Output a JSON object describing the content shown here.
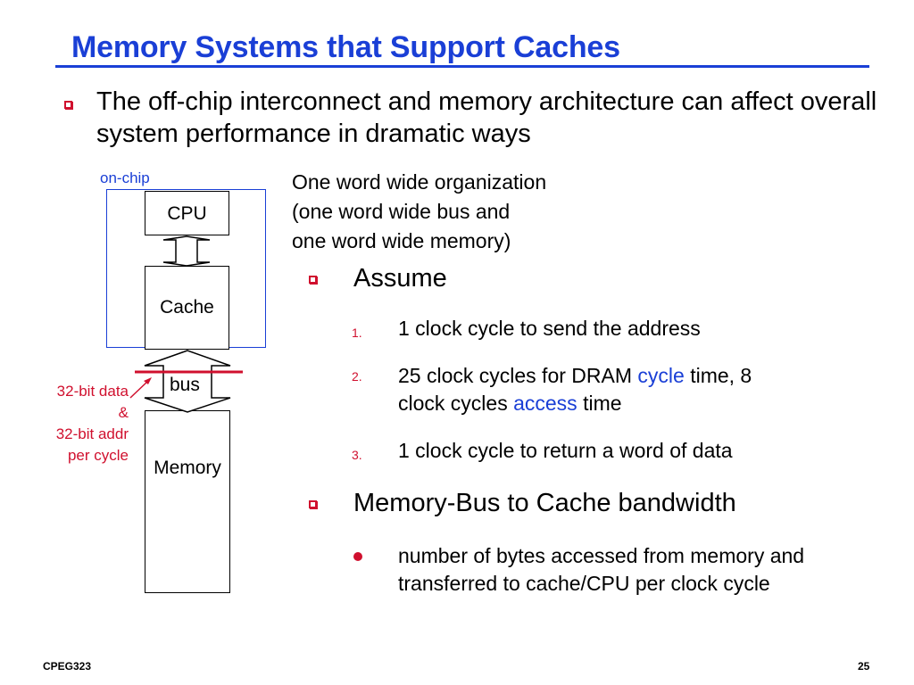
{
  "slide": {
    "title": "Memory Systems that Support Caches",
    "main_bullet": "The off-chip interconnect and memory architecture can affect overall system performance in dramatic ways",
    "colors": {
      "title": "#1a3fd6",
      "accent": "#d0102e",
      "onchip": "#1a3fd6"
    }
  },
  "diagram": {
    "onchip_label": "on-chip",
    "cpu": "CPU",
    "cache": "Cache",
    "bus": "bus",
    "memory": "Memory",
    "note_lines": [
      "32-bit data",
      "&",
      "32-bit addr",
      "per cycle"
    ]
  },
  "organization": {
    "lines": [
      "One word wide organization",
      "(one word wide bus and",
      "one word wide memory)"
    ]
  },
  "assume": {
    "label": "Assume",
    "items": [
      {
        "num": "1.",
        "text": "1 clock cycle to send the address"
      },
      {
        "num": "2.",
        "t1": "25 clock cycles for DRAM ",
        "hl1": "cycle",
        "t2": " time, 8",
        "t3": "clock cycles ",
        "hl2": "access",
        "t4": " time"
      },
      {
        "num": "3.",
        "text": "1 clock cycle to return a word of data"
      }
    ]
  },
  "bandwidth": {
    "label": "Memory-Bus to Cache bandwidth",
    "detail": "number of bytes accessed from memory and transferred to cache/CPU per clock cycle"
  },
  "footer": {
    "left": "CPEG323",
    "page": "25"
  }
}
